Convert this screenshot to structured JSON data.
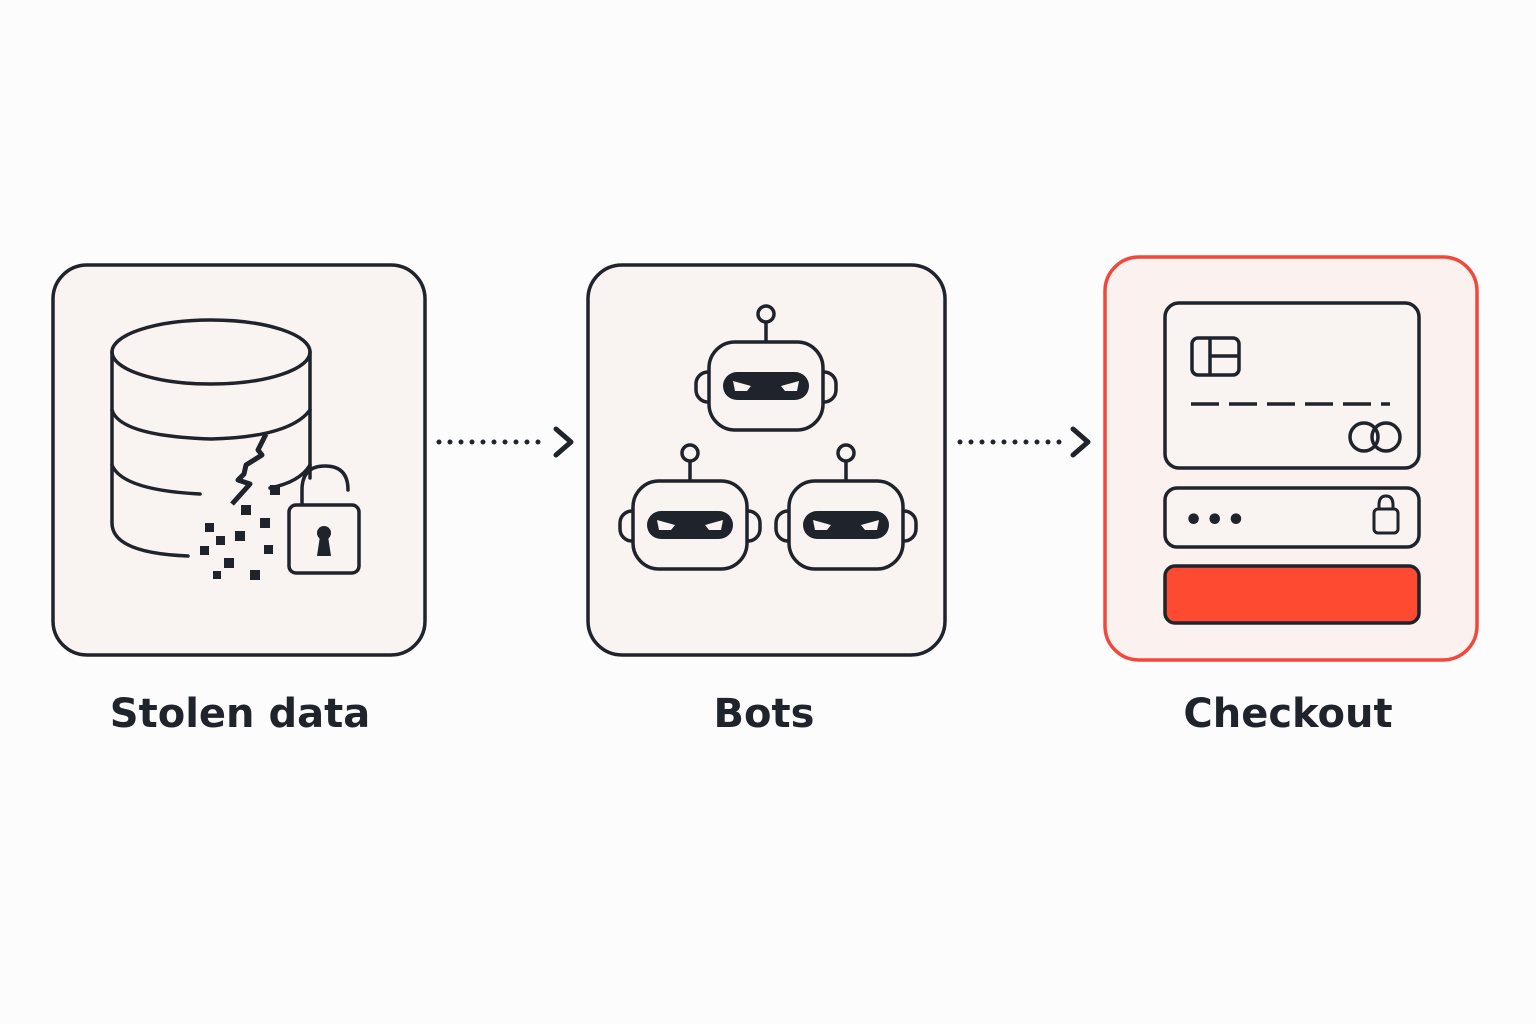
{
  "colors": {
    "background": "#fdfcfc",
    "panel_fill": "#f9f4f2",
    "outline": "#1f232b",
    "accent": "#f0483a",
    "checkout_button": "#ff4a32"
  },
  "steps": [
    {
      "label": "Stolen data",
      "icon": "database-broken-unlocked-padlock-icon"
    },
    {
      "label": "Bots",
      "icon": "three-masked-robots-icon"
    },
    {
      "label": "Checkout",
      "icon": "credit-card-checkout-form-icon",
      "highlighted": true
    }
  ],
  "connectors": [
    {
      "from": "Stolen data",
      "to": "Bots",
      "style": "dotted-arrow"
    },
    {
      "from": "Bots",
      "to": "Checkout",
      "style": "dotted-arrow"
    }
  ],
  "checkout_form": {
    "password_mask": "•••"
  }
}
